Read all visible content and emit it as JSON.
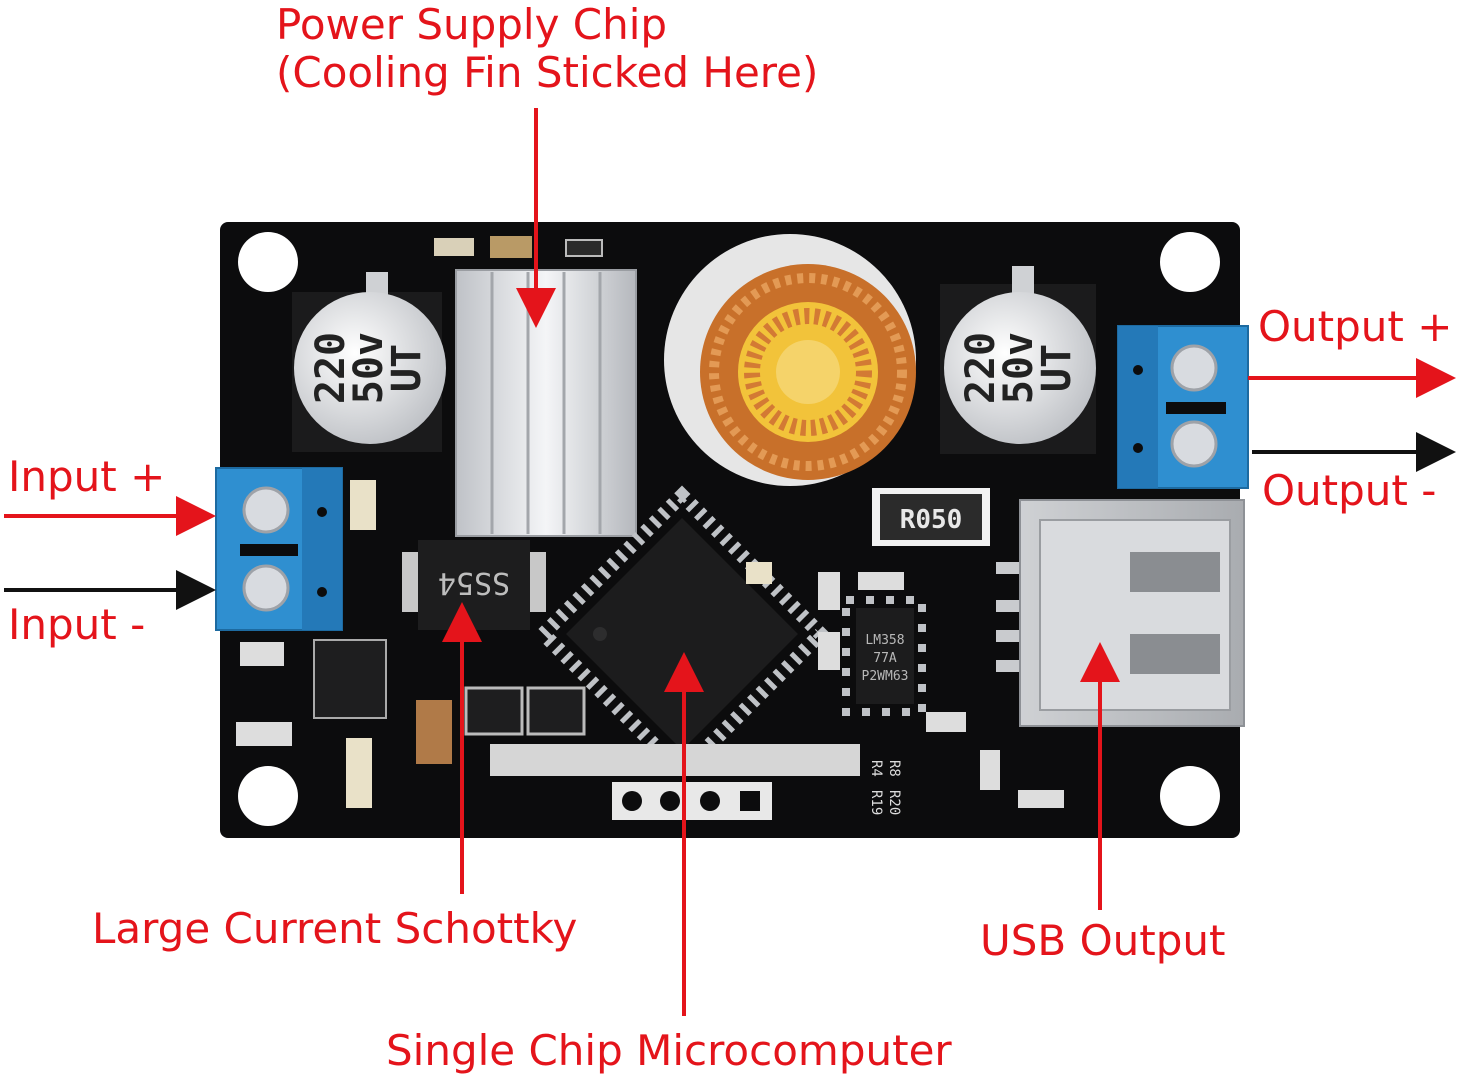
{
  "colors": {
    "label_red": "#e4141b",
    "arrow_black": "#111111",
    "board": "#0c0c0d",
    "terminal_blue": "#2f8fd0",
    "heatsink": "#d6d8dc",
    "coil_copper": "#c8702a",
    "core_yellow": "#f2c33a"
  },
  "labels": {
    "power_chip_line1": "Power Supply Chip",
    "power_chip_line2": "(Cooling Fin Sticked Here)",
    "input_plus": "Input +",
    "input_minus": "Input -",
    "output_plus": "Output +",
    "output_minus": "Output -",
    "schottky": "Large Current Schottky",
    "usb_output": "USB Output",
    "mcu": "Single Chip Microcomputer"
  },
  "board_markings": {
    "capacitor_value": "220",
    "capacitor_voltage": "50v",
    "capacitor_brand": "UT",
    "resistor_r050": "R050",
    "diode_ss54": "SS54",
    "opamp_line1": "LM358",
    "opamp_line2": "77A",
    "opamp_line3": "P2WM63",
    "ref_r4": "R4",
    "ref_r8": "R8",
    "ref_r19": "R19",
    "ref_r20": "R20"
  },
  "icons": {
    "arrow": "arrow-icon",
    "mounting_hole": "mounting-hole-icon",
    "screw": "screw-icon"
  }
}
